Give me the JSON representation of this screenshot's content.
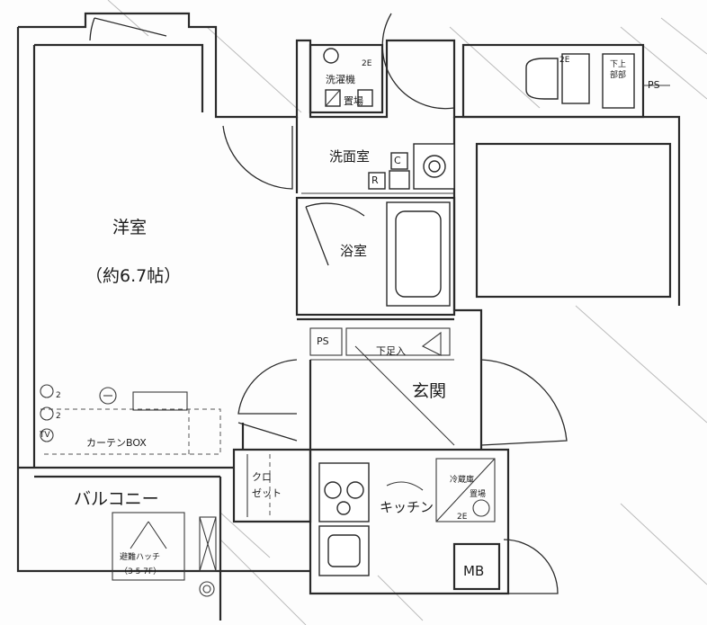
{
  "rooms": {
    "western_room": "洋室",
    "western_room_size": "（約6.7帖）",
    "washroom": "洗面室",
    "bathroom": "浴室",
    "entrance": "玄関",
    "kitchen": "キッチン",
    "balcony": "バルコニー",
    "closet_line1": "クロ",
    "closet_line2": "ゼット"
  },
  "labels": {
    "washing_machine": "洗濯機",
    "washing_machine_area": "置場",
    "ps_top": "PS",
    "ps_mid": "PS",
    "mb": "MB",
    "curtain_box": "カーテンBOX",
    "shoe_box": "下足入",
    "evac_hatch_line1": "避難ハッチ",
    "evac_hatch_line2": "（3·5·7F）",
    "fridge_line1": "冷蔵庫",
    "fridge_line2": "置場",
    "toilet_tag_line1": "下上",
    "toilet_tag_line2": "部部",
    "c_mark": "C",
    "r_mark": "R",
    "tv_mark": "TV",
    "num_2_a": "2",
    "num_2_b": "2",
    "num_2e_a": "2E",
    "num_2e_b": "2E",
    "num_2e_c": "2E"
  }
}
